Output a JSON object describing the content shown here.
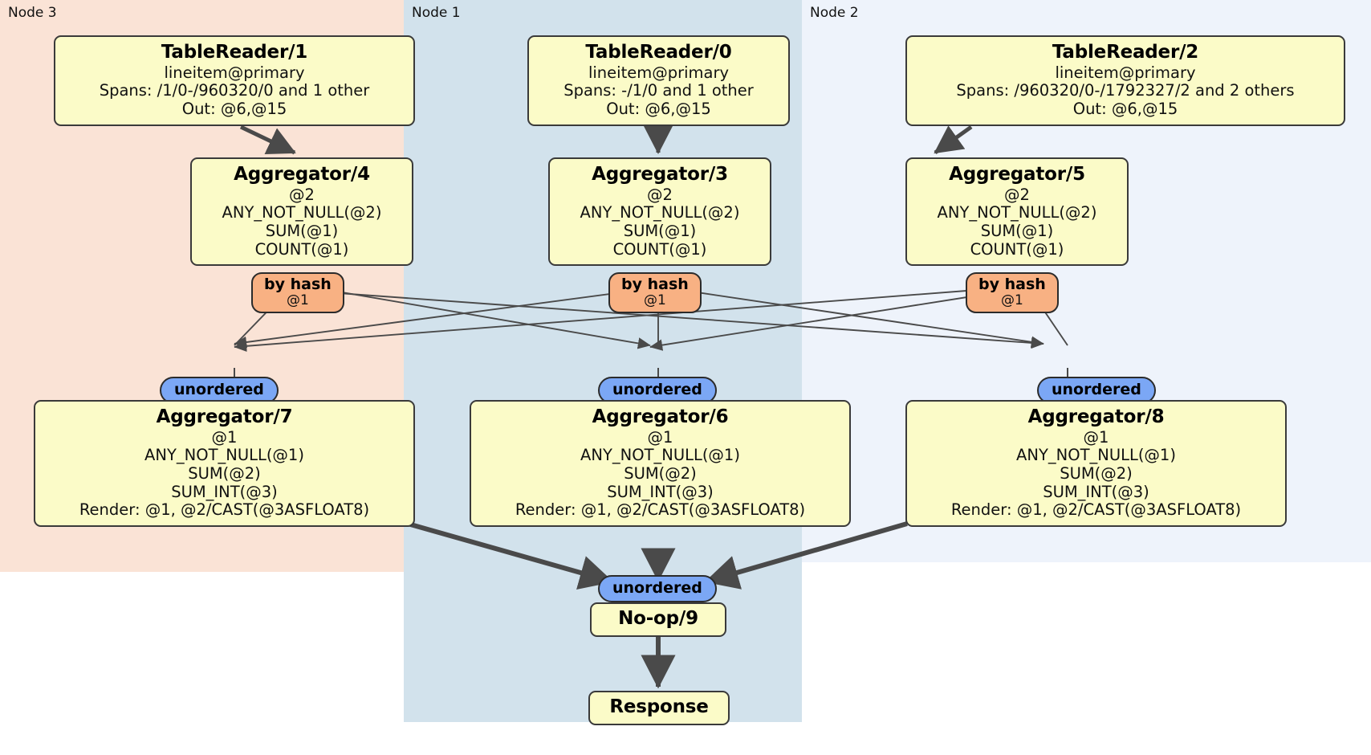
{
  "diagram": {
    "type": "distributed-query-plan",
    "colors": {
      "node3_panel": "#fae3d6",
      "node1_panel": "#d2e2ec",
      "node2_panel": "#eef3fb",
      "processor_box": "#fbfbc8",
      "hash_router": "#f8b183",
      "unordered_router": "#7ba7f5",
      "edge": "#4a4a4a",
      "border": "#3a3a3a"
    }
  },
  "panels": [
    {
      "id": "node3",
      "label": "Node 3"
    },
    {
      "id": "node1",
      "label": "Node 1"
    },
    {
      "id": "node2",
      "label": "Node 2"
    }
  ],
  "processors": {
    "table_reader_1": {
      "title": "TableReader/1",
      "lines": [
        "lineitem@primary",
        "Spans: /1/0-/960320/0 and 1 other",
        "Out: @6,@15"
      ]
    },
    "table_reader_0": {
      "title": "TableReader/0",
      "lines": [
        "lineitem@primary",
        "Spans: -/1/0 and 1 other",
        "Out: @6,@15"
      ]
    },
    "table_reader_2": {
      "title": "TableReader/2",
      "lines": [
        "lineitem@primary",
        "Spans: /960320/0-/1792327/2 and 2 others",
        "Out: @6,@15"
      ]
    },
    "aggregator_4": {
      "title": "Aggregator/4",
      "lines": [
        "@2",
        "ANY_NOT_NULL(@2)",
        "SUM(@1)",
        "COUNT(@1)"
      ]
    },
    "aggregator_3": {
      "title": "Aggregator/3",
      "lines": [
        "@2",
        "ANY_NOT_NULL(@2)",
        "SUM(@1)",
        "COUNT(@1)"
      ]
    },
    "aggregator_5": {
      "title": "Aggregator/5",
      "lines": [
        "@2",
        "ANY_NOT_NULL(@2)",
        "SUM(@1)",
        "COUNT(@1)"
      ]
    },
    "aggregator_7": {
      "title": "Aggregator/7",
      "lines": [
        "@1",
        "ANY_NOT_NULL(@1)",
        "SUM(@2)",
        "SUM_INT(@3)",
        "Render: @1, @2/CAST(@3ASFLOAT8)"
      ]
    },
    "aggregator_6": {
      "title": "Aggregator/6",
      "lines": [
        "@1",
        "ANY_NOT_NULL(@1)",
        "SUM(@2)",
        "SUM_INT(@3)",
        "Render: @1, @2/CAST(@3ASFLOAT8)"
      ]
    },
    "aggregator_8": {
      "title": "Aggregator/8",
      "lines": [
        "@1",
        "ANY_NOT_NULL(@1)",
        "SUM(@2)",
        "SUM_INT(@3)",
        "Render: @1, @2/CAST(@3ASFLOAT8)"
      ]
    },
    "noop_9": {
      "title": "No-op/9",
      "lines": []
    },
    "response": {
      "title": "Response",
      "lines": []
    }
  },
  "routers": {
    "hash_left": {
      "label": "by hash",
      "sublabel": "@1"
    },
    "hash_center": {
      "label": "by hash",
      "sublabel": "@1"
    },
    "hash_right": {
      "label": "by hash",
      "sublabel": "@1"
    },
    "unordered_left": {
      "label": "unordered"
    },
    "unordered_center": {
      "label": "unordered"
    },
    "unordered_right": {
      "label": "unordered"
    },
    "unordered_final": {
      "label": "unordered"
    }
  }
}
